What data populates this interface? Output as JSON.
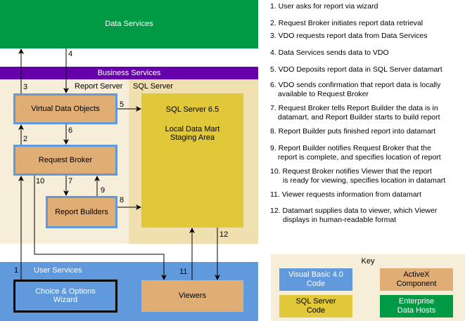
{
  "diagram": {
    "bands": {
      "data_services": "Data Services",
      "business_services": "Business Services",
      "user_services": "User Services"
    },
    "zones": {
      "report_server": "Report Server",
      "sql_server": "SQL Server"
    },
    "boxes": {
      "virtual_data_objects": "Virtual Data Objects",
      "request_broker": "Request Broker",
      "report_builders": "Report Builders",
      "sql_server_title": "SQL Server 6.5",
      "sql_server_line1": "Local Data Mart",
      "sql_server_line2": "Staging Area",
      "wizard_line1": "Choice & Options",
      "wizard_line2": "Wizard",
      "viewers": "Viewers"
    },
    "arrow_labels": [
      "1",
      "2",
      "3",
      "4",
      "5",
      "6",
      "7",
      "8",
      "9",
      "10",
      "11",
      "12"
    ]
  },
  "steps": [
    {
      "num": "1.",
      "lines": [
        "User asks for report via wizard"
      ]
    },
    {
      "num": "2.",
      "lines": [
        "Request Broker initiates report data retrieval"
      ]
    },
    {
      "num": "3.",
      "lines": [
        "VDO requests report data from Data Services"
      ]
    },
    {
      "num": "4.",
      "lines": [
        "Data Services sends data to VDO"
      ]
    },
    {
      "num": "5.",
      "lines": [
        "VDO Deposits report data in SQL Server datamart"
      ]
    },
    {
      "num": "6.",
      "lines": [
        "VDO sends confirmation that report data is locally",
        "available to Request Broker"
      ]
    },
    {
      "num": "7.",
      "lines": [
        "Request Broker tells Report Builder the data is in",
        "datamart, and Report Builder starts to build report"
      ]
    },
    {
      "num": "8.",
      "lines": [
        "Report Builder puts finished report into datamart"
      ]
    },
    {
      "num": "9.",
      "lines": [
        "Report Builder notifies Request Broker that the",
        "report is complete, and specifies location of report"
      ]
    },
    {
      "num": "10.",
      "lines": [
        "Request Broker notifies Viewer that the report",
        "is ready for viewing, specifies location in datamart"
      ]
    },
    {
      "num": "11.",
      "lines": [
        "Viewer requests information from datamart"
      ]
    },
    {
      "num": "12.",
      "lines": [
        "Datamart supplies data to viewer, which Viewer",
        "displays in human-readable format"
      ]
    }
  ],
  "key": {
    "title": "Key",
    "items": [
      {
        "line1": "Visual Basic 4.0",
        "line2": "Code",
        "color": "#6199dd"
      },
      {
        "line1": "ActiveX",
        "line2": "Component",
        "color": "#e0ae74"
      },
      {
        "line1": "SQL Server",
        "line2": "Code",
        "color": "#e0c838"
      },
      {
        "line1": "Enterprise",
        "line2": "Data Hosts",
        "color": "#009a44"
      }
    ]
  },
  "colors": {
    "data_services": "#009a44",
    "business_services": "#6600aa",
    "user_services": "#6199dd",
    "activex": "#e0ae74",
    "sql_code": "#e0c838",
    "report_server_zone": "#f6eed8",
    "sql_server_zone": "#f0e0b0"
  }
}
